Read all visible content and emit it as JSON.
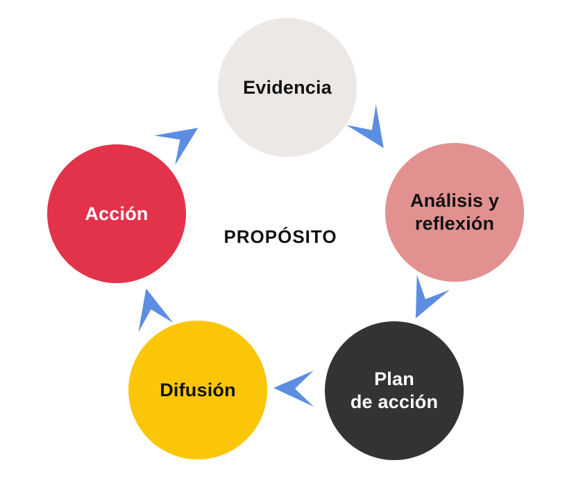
{
  "diagram": {
    "center_label": "PROPÓSITO",
    "background_color": "#FFFFFF",
    "arrow_color": "#5C8DE0",
    "direction": "clockwise",
    "nodes": [
      {
        "id": "evidencia",
        "label": "Evidencia",
        "color": "#ECE8E5",
        "text_color": "#111111",
        "position": "top"
      },
      {
        "id": "analisis-y-reflexion",
        "label": "Análisis y\nreflexión",
        "full_label": "Análisis y reflexión",
        "color": "#E29190",
        "text_color": "#111111",
        "position": "right"
      },
      {
        "id": "plan-de-accion",
        "label": "Plan\nde acción",
        "full_label": "Plan de acción",
        "color": "#343233",
        "text_color": "#FFFFFF",
        "position": "bottom-right"
      },
      {
        "id": "difusion",
        "label": "Difusión",
        "full_label": "Difusión",
        "color": "#FBC608",
        "text_color": "#111111",
        "position": "bottom-left"
      },
      {
        "id": "accion",
        "label": "Acción",
        "full_label": "Acción",
        "color": "#E3334A",
        "text_color": "#FFFFFF",
        "position": "left"
      }
    ],
    "arrows": [
      {
        "from": "evidencia",
        "to": "analisis-y-reflexion"
      },
      {
        "from": "analisis-y-reflexion",
        "to": "plan-de-accion"
      },
      {
        "from": "plan-de-accion",
        "to": "difusion"
      },
      {
        "from": "difusion",
        "to": "accion"
      },
      {
        "from": "accion",
        "to": "evidencia"
      }
    ]
  }
}
